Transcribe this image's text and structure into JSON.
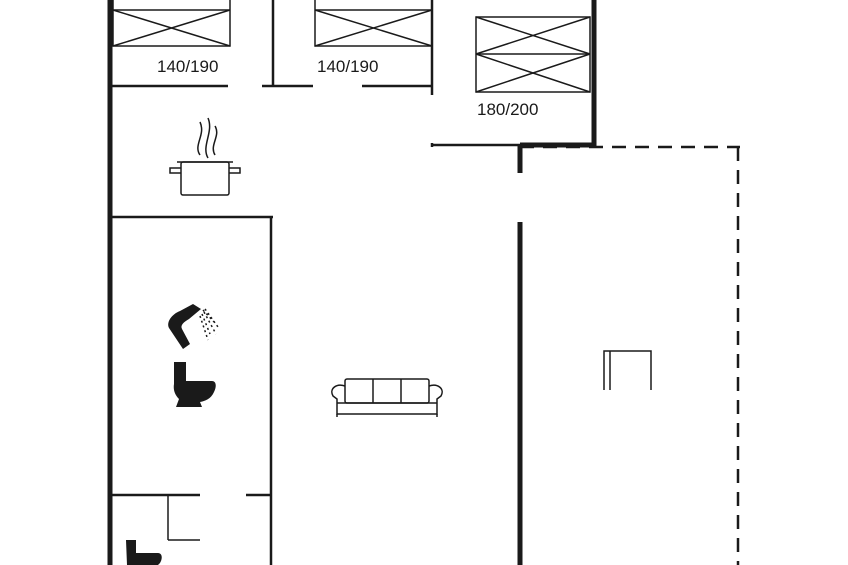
{
  "floorplan": {
    "bed_labels": [
      "140/190",
      "140/190",
      "180/200"
    ],
    "icons": [
      "bed-icon",
      "bed-icon",
      "bed-icon",
      "cooking-pot-icon",
      "shower-icon",
      "toilet-icon",
      "sofa-icon",
      "fireplace-icon",
      "toilet-icon"
    ],
    "colors": {
      "line": "#1a1a1a",
      "background": "#ffffff"
    }
  }
}
